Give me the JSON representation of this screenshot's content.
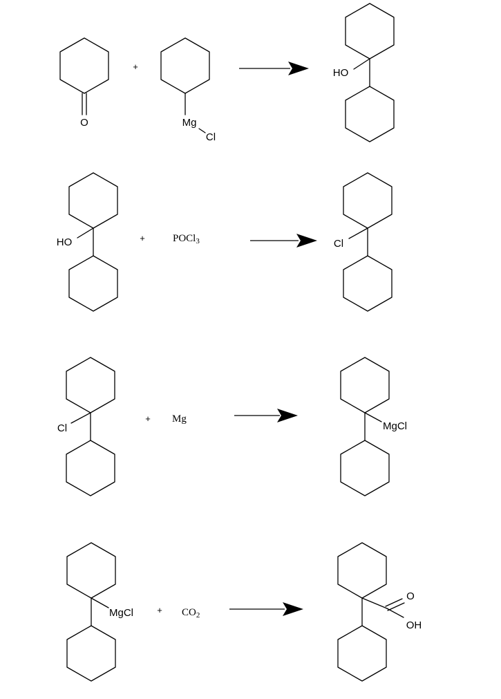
{
  "labels": {
    "o": "O",
    "mg": "Mg",
    "cl": "Cl",
    "ho": "HO",
    "plus": "+",
    "pocl3_main": "POCl",
    "pocl3_sub": "3",
    "mg_reagent": "Mg",
    "mgcl": "MgCl",
    "co2_main": "CO",
    "co2_sub": "2",
    "oh": "OH"
  }
}
